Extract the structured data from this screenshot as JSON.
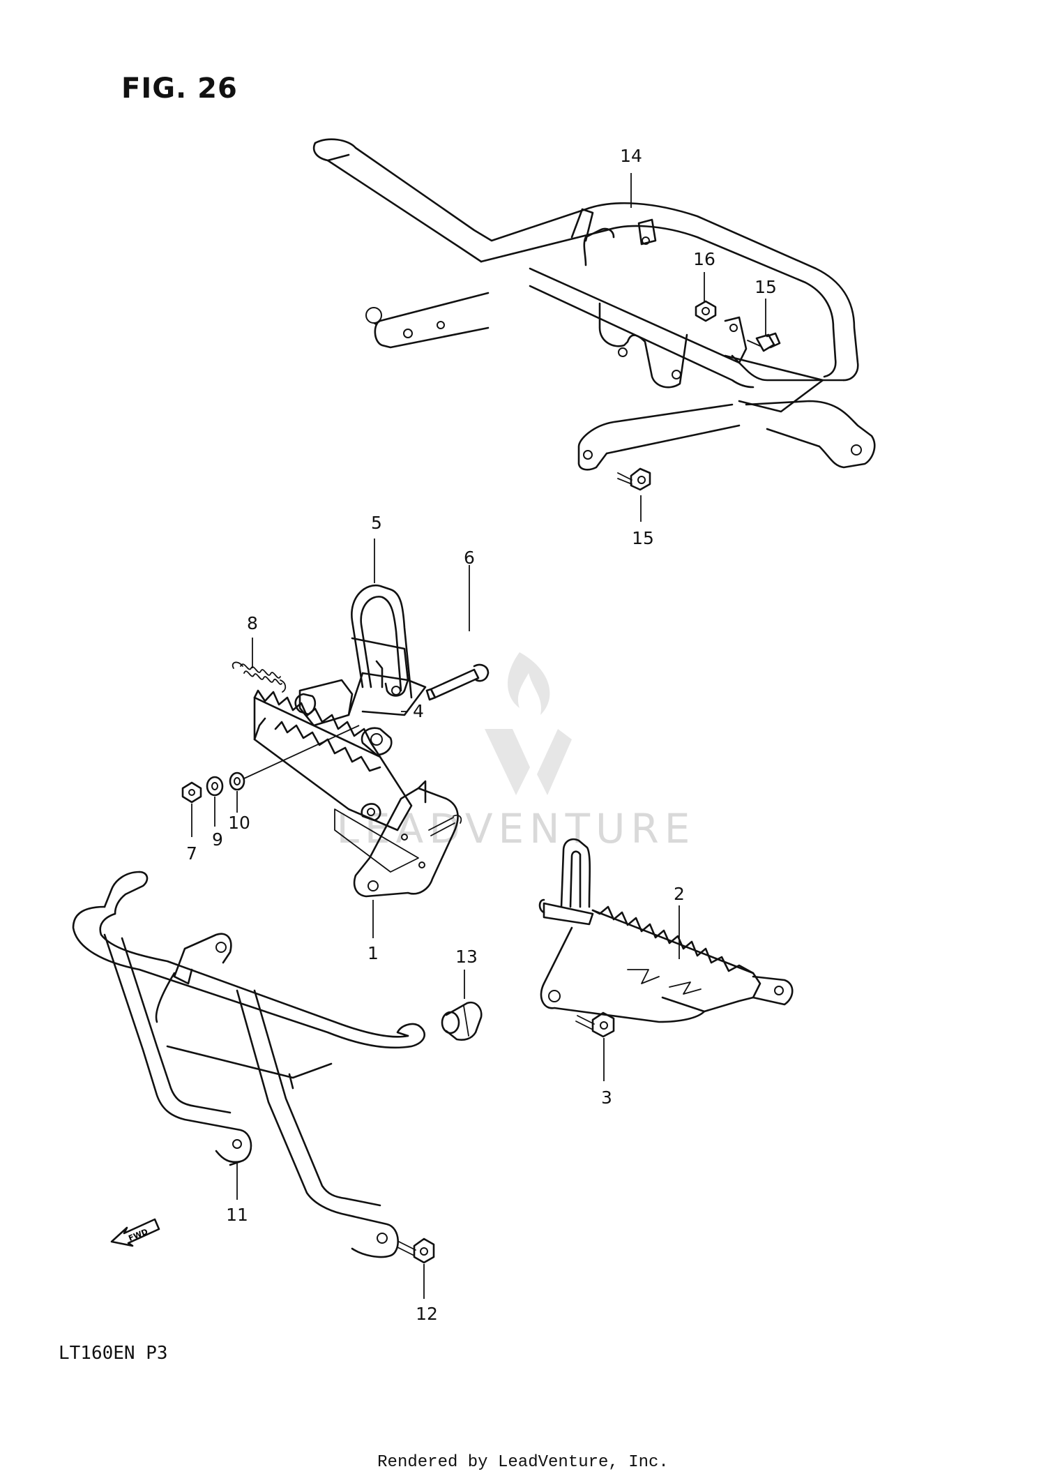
{
  "figure": {
    "title": "FIG. 26"
  },
  "model_code": "LT160EN  P3",
  "footer": "Rendered by LeadVenture, Inc.",
  "watermark": "LEADVENTURE",
  "direction_badge": "FWD",
  "callouts": {
    "c1": "1",
    "c2": "2",
    "c3": "3",
    "c4": "4",
    "c5": "5",
    "c6": "6",
    "c7": "7",
    "c8": "8",
    "c9": "9",
    "c10": "10",
    "c11": "11",
    "c12": "12",
    "c13": "13",
    "c14": "14",
    "c15a": "15",
    "c15b": "15",
    "c16": "16"
  }
}
